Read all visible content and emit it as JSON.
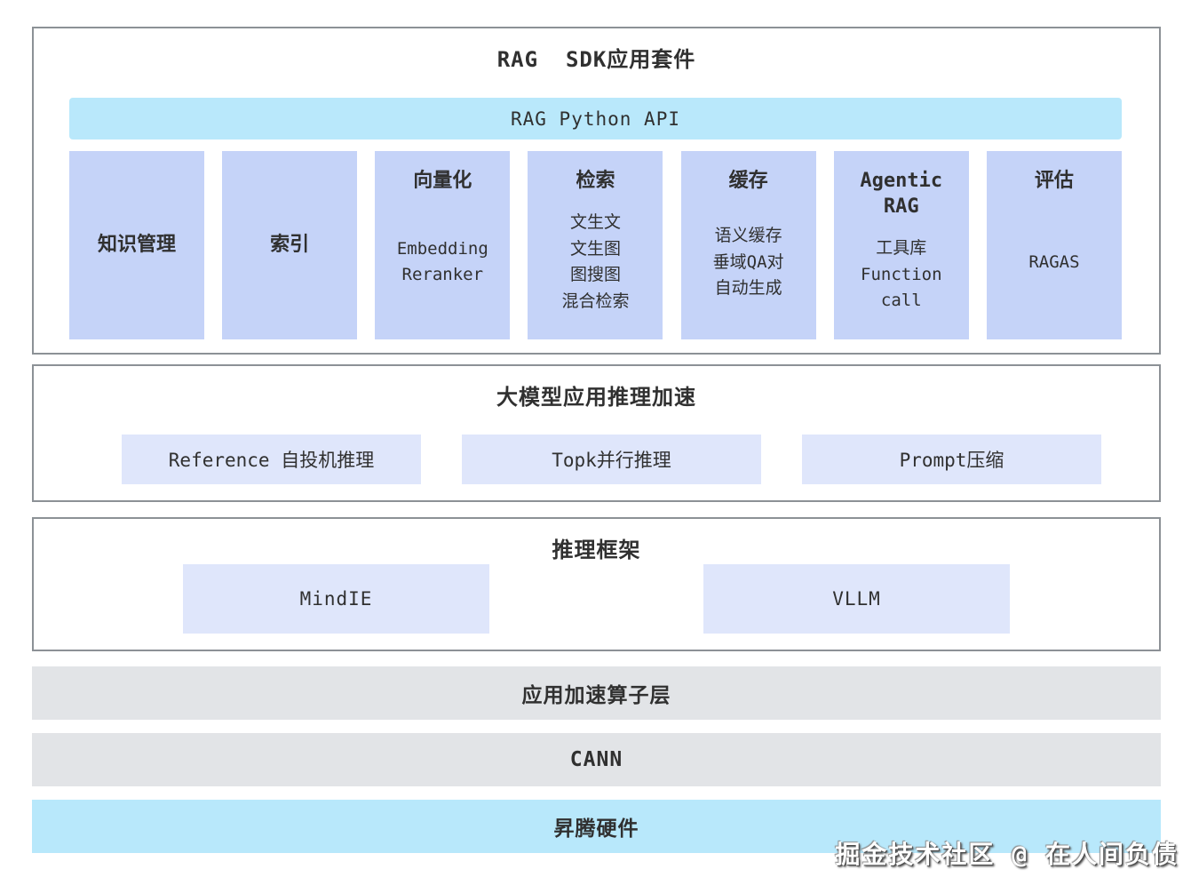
{
  "colors": {
    "api_bar_bg": "#b9e8fb",
    "column_bg": "#c5d3f8",
    "subitem_bg": "#dfe6fb",
    "gray_bar_bg": "#e2e4e7",
    "hardware_bar_bg": "#b8e8fb",
    "panel_border": "#8c9196",
    "text_color": "#303030"
  },
  "sdk_suite": {
    "title": "RAG  SDK应用套件",
    "api_bar_label": "RAG Python API",
    "columns": [
      {
        "header": "知识管理",
        "body": []
      },
      {
        "header": "索引",
        "body": []
      },
      {
        "header": "向量化",
        "body": [
          "Embedding",
          "Reranker"
        ]
      },
      {
        "header": "检索",
        "body": [
          "文生文",
          "文生图",
          "图搜图",
          "混合检索"
        ]
      },
      {
        "header": "缓存",
        "body": [
          "语义缓存",
          "垂域QA对",
          "自动生成"
        ]
      },
      {
        "header": "Agentic\nRAG",
        "body": [
          "工具库",
          "Function",
          "call"
        ]
      },
      {
        "header": "评估",
        "body": [
          "RAGAS"
        ]
      }
    ]
  },
  "inference_accel": {
    "title": "大模型应用推理加速",
    "items": [
      "Reference 自投机推理",
      "Topk并行推理",
      "Prompt压缩"
    ]
  },
  "inference_framework": {
    "title": "推理框架",
    "items": [
      "MindIE",
      "VLLM"
    ]
  },
  "layers": {
    "operator_layer": "应用加速算子层",
    "cann": "CANN",
    "hardware": "昇腾硬件"
  },
  "watermark": "掘金技术社区 @ 在人间负债"
}
